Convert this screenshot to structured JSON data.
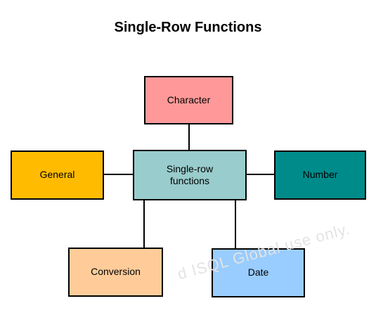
{
  "title": "Single-Row Functions",
  "nodes": {
    "center": {
      "label": "Single-row\nfunctions",
      "color": "#99cccc"
    },
    "character": {
      "label": "Character",
      "color": "#ff9999"
    },
    "general": {
      "label": "General",
      "color": "#ffbb00"
    },
    "number": {
      "label": "Number",
      "color": "#008b8b"
    },
    "conversion": {
      "label": "Conversion",
      "color": "#ffcc99"
    },
    "date": {
      "label": "Date",
      "color": "#99ccff"
    }
  },
  "watermark": "d ISQL Global use only."
}
